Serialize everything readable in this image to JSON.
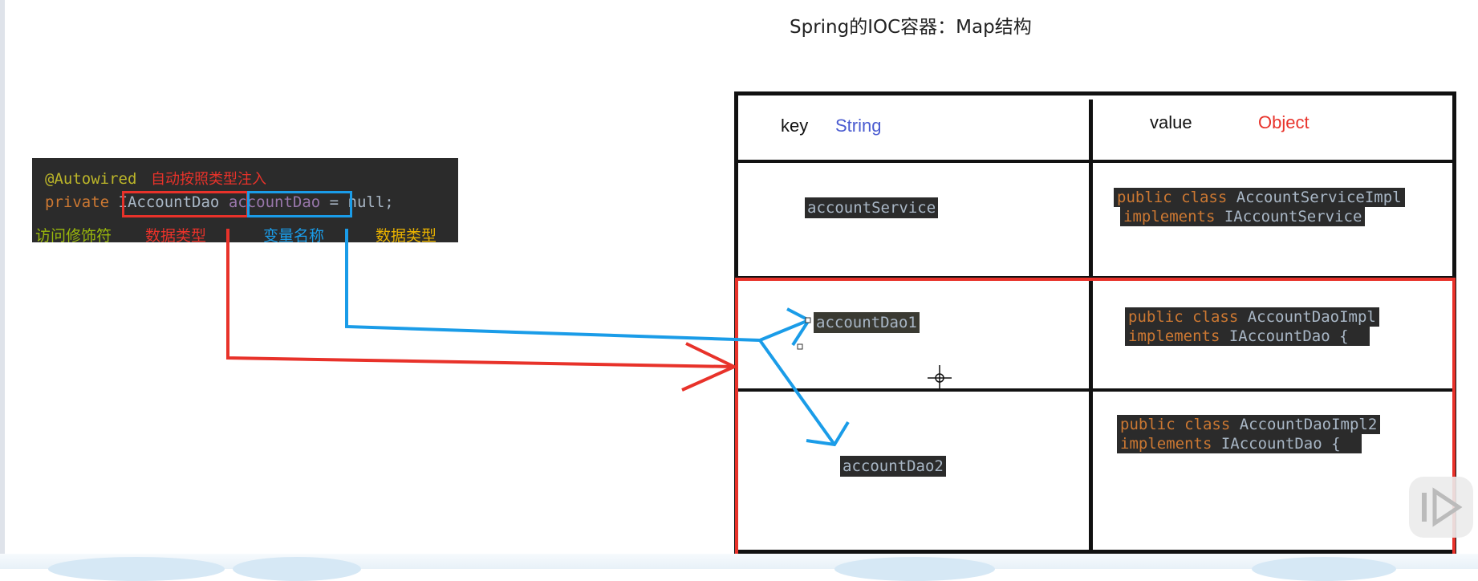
{
  "title": "Spring的IOC容器：Map结构",
  "code": {
    "annotation": "@Autowired",
    "annotation_note": "自动按照类型注入",
    "kw_private": "private",
    "type": "IAccountDao",
    "var": "accountDao",
    "rest": " = null;",
    "labels": {
      "modifier": "访问修饰符",
      "datatype": "数据类型",
      "varname": "变量名称",
      "datatype2": "数据类型"
    },
    "colors": {
      "modifier": "#9ab80b",
      "datatype": "#e8322a",
      "varname": "#1a9ce8",
      "datatype2": "#e8b100"
    }
  },
  "table": {
    "key_label": "key",
    "key_type": "String",
    "value_label": "value",
    "value_type": "Object",
    "rows": [
      {
        "key": "accountService",
        "value_line1_kw": "public class ",
        "value_line1_name": "AccountServiceImpl",
        "value_line2_kw": "implements ",
        "value_line2_name": "IAccountService"
      },
      {
        "key": "accountDao1",
        "value_line1_kw": "public class ",
        "value_line1_name": "AccountDaoImpl",
        "value_line2_kw": "implements ",
        "value_line2_name": "IAccountDao {"
      },
      {
        "key": "accountDao2",
        "value_line1_kw": "public class ",
        "value_line1_name": "AccountDaoImpl2",
        "value_line2_kw": "implements ",
        "value_line2_name": "IAccountDao {"
      }
    ]
  },
  "colors": {
    "red": "#e8322a",
    "blue": "#1a9ce8",
    "key_type": "#4a5bd0",
    "value_type": "#e8322a"
  }
}
